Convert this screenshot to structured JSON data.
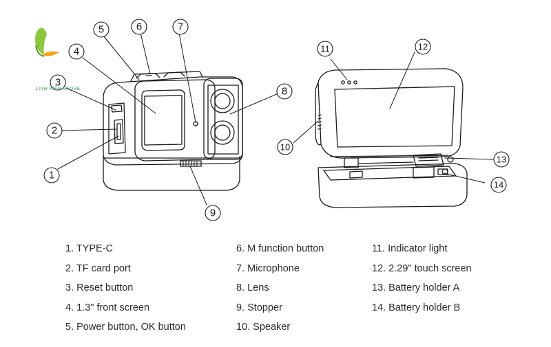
{
  "logo": {
    "text": "LINH KIỆN STORE",
    "color": "#7ab628"
  },
  "callouts": [
    "1",
    "2",
    "3",
    "4",
    "5",
    "6",
    "7",
    "8",
    "9",
    "10",
    "11",
    "12",
    "13",
    "14"
  ],
  "legend": {
    "col1": [
      "1. TYPE-C",
      "2. TF card port",
      "3. Reset button",
      "4. 1.3\" front screen",
      "5. Power button, OK button"
    ],
    "col2": [
      "6. M function button",
      "7. Microphone",
      "8. Lens",
      "9. Stopper",
      "10. Speaker"
    ],
    "col3": [
      "11. Indicator light",
      "12.  2.29\" touch screen",
      "13. Battery holder A",
      "14. Battery holder B"
    ]
  }
}
